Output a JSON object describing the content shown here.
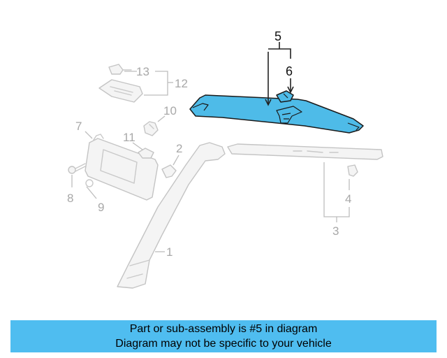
{
  "diagram": {
    "highlighted_part": "5",
    "callouts": {
      "c1": "1",
      "c2": "2",
      "c3": "3",
      "c4": "4",
      "c5": "5",
      "c6": "6",
      "c7": "7",
      "c8": "8",
      "c9": "9",
      "c10": "10",
      "c11": "11",
      "c12": "12",
      "c13": "13"
    },
    "colors": {
      "highlight": "#4ebbe8",
      "banner": "#4fbdf0",
      "ghost_lines": "#c9c9c9"
    }
  },
  "banner": {
    "line1": "Part or sub-assembly is #5 in diagram",
    "line2": "Diagram may not be specific to your vehicle"
  }
}
